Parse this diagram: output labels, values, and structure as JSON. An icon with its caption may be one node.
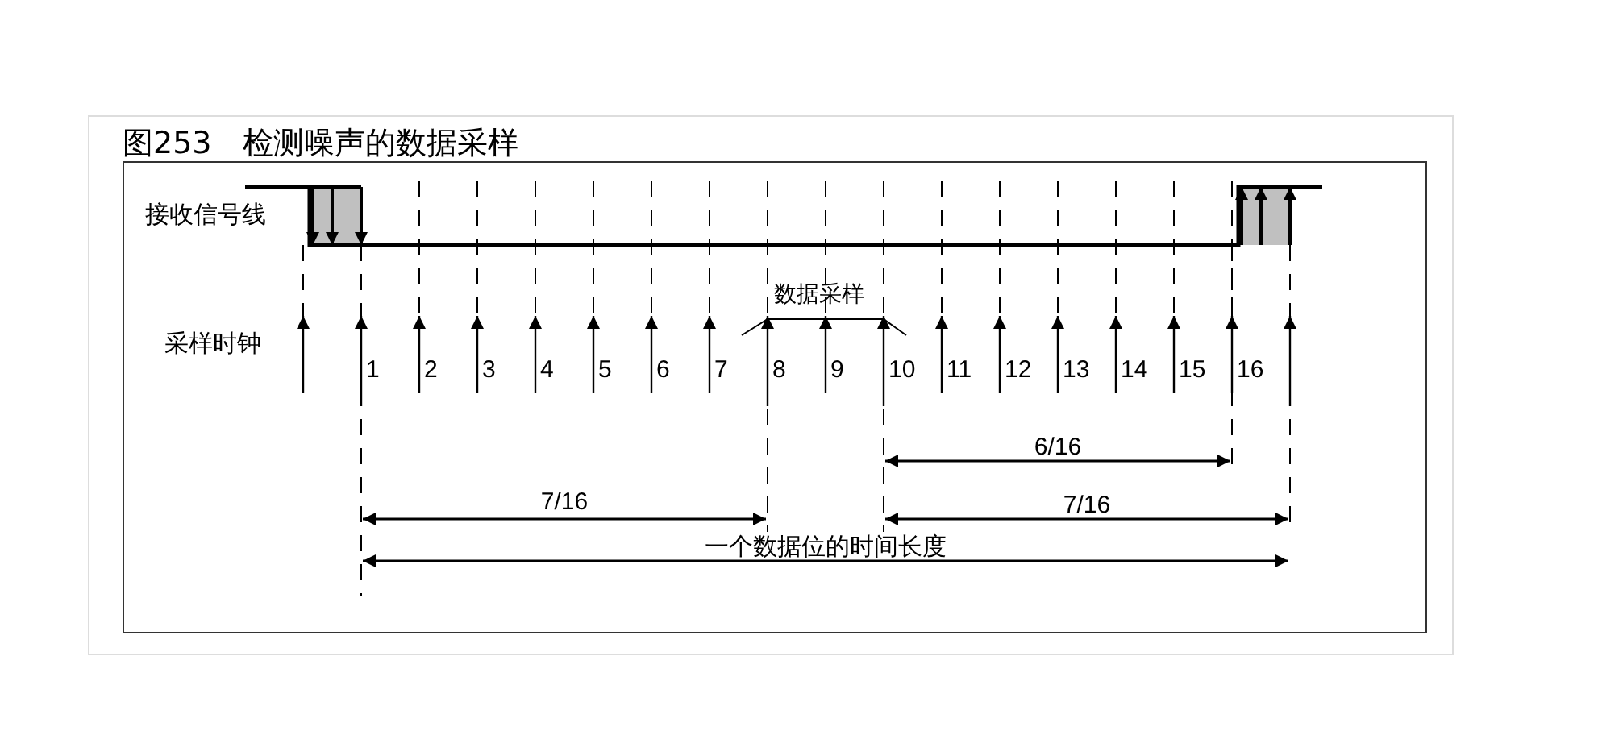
{
  "diagram": {
    "title": "图253　检测噪声的数据采样",
    "labels": [
      "接收信号线",
      "采样时钟",
      "数据采样",
      "1",
      "2",
      "3",
      "4",
      "5",
      "6",
      "7",
      "8",
      "9",
      "10",
      "11",
      "12",
      "13",
      "14",
      "15",
      "16",
      "6/16",
      "7/16",
      "7/16",
      "一个数据位的时间长度"
    ]
  }
}
